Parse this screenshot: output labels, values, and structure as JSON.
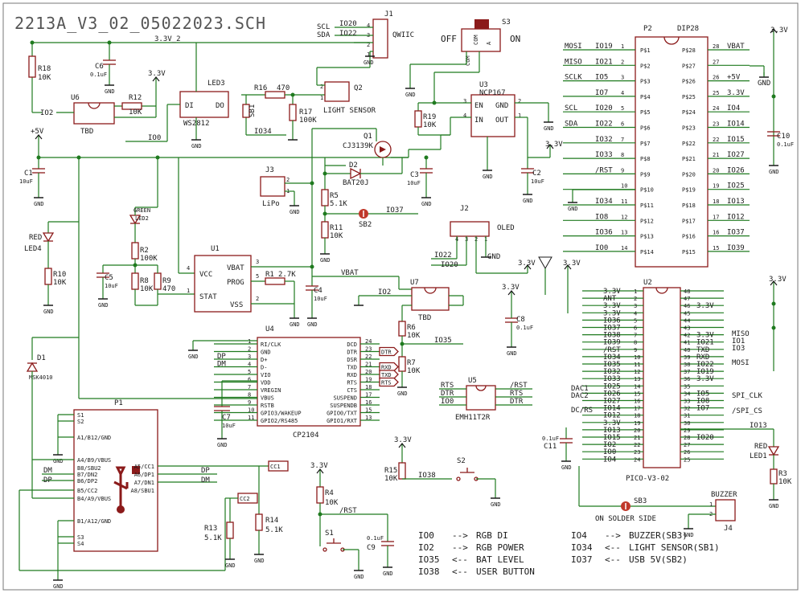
{
  "sheet_title": "2213A_V3_02_05022023.SCH",
  "net_labels": {
    "v33_2": "3.3V_2",
    "io2_left": "IO2",
    "io0_left": "IO0",
    "io34_mid": "IO34",
    "v5": "+5V",
    "vbat": "VBAT",
    "io37_mid": "IO37",
    "io22_oled": "IO22",
    "io20_oled": "IO20",
    "io2_u7": "IO2",
    "io35_mid": "IO35",
    "scl_j1": "SCL",
    "sda_j1": "SDA",
    "io20_j1": "IO20",
    "io22_j1": "IO22",
    "v33_u3": "3.3V",
    "v33_top_right": "3.3V",
    "v33_r15": "3.3V",
    "v33_r4": "3.3V",
    "rst_s1": "/RST",
    "io38_s2": "IO38",
    "cc1": "CC1",
    "cc2": "CC2",
    "dp": "DP",
    "dm": "DM",
    "rts_u5": "RTS",
    "dtr_u5": "DTR",
    "io0_u5": "IO0",
    "rst_u5": "/RST",
    "rts_u5r": "RTS",
    "dtr_u5r": "DTR",
    "v33_c8": "3.3V",
    "v33_ant": "3.3V",
    "v33_u2r": "3.3V"
  },
  "components": {
    "j1": {
      "ref": "J1",
      "value": "QWIIC"
    },
    "s3": {
      "ref": "S3",
      "off": "OFF",
      "on": "ON",
      "com": "COM",
      "a": "A"
    },
    "p2": {
      "ref": "P2",
      "value": "DIP28"
    },
    "u6": {
      "ref": "U6",
      "value": "TBD"
    },
    "r18": {
      "ref": "R18",
      "value": "10K"
    },
    "c6": {
      "ref": "C6",
      "value": "0.1uF"
    },
    "r12": {
      "ref": "R12",
      "value": "10K"
    },
    "led3": {
      "ref": "LED3",
      "value": "WS2812",
      "di": "DI",
      "do": "DO"
    },
    "r16": {
      "ref": "R16",
      "value": "470"
    },
    "sb1": {
      "ref": "SB1"
    },
    "r17": {
      "ref": "R17",
      "value": "100K"
    },
    "q2": {
      "ref": "Q2",
      "value": "LIGHT SENSOR"
    },
    "u3": {
      "ref": "U3",
      "value": "NCP167",
      "en": "EN",
      "gnd": "GND",
      "in": "IN",
      "out": "OUT"
    },
    "r19": {
      "ref": "R19",
      "value": "10K"
    },
    "c2": {
      "ref": "C2",
      "value": "10uF"
    },
    "c10": {
      "ref": "C10",
      "value": "0.1uF"
    },
    "c1": {
      "ref": "C1",
      "value": "10uF"
    },
    "q1": {
      "ref": "Q1",
      "value": "CJ3139K"
    },
    "d2": {
      "ref": "D2",
      "value": "BAT20J"
    },
    "c3": {
      "ref": "C3",
      "value": "10uF"
    },
    "j3": {
      "ref": "J3",
      "value": "LiPo"
    },
    "r5": {
      "ref": "R5",
      "value": "5.1K"
    },
    "sb2": {
      "ref": "SB2"
    },
    "r11": {
      "ref": "R11",
      "value": "10K"
    },
    "j2": {
      "ref": "J2",
      "value": "OLED"
    },
    "led4": {
      "ref": "LED4",
      "value": "RED"
    },
    "r10": {
      "ref": "R10",
      "value": "10K"
    },
    "led2": {
      "ref": "LED2",
      "value": "GREEN"
    },
    "r2": {
      "ref": "R2",
      "value": "100K"
    },
    "c5": {
      "ref": "C5",
      "value": "10uF"
    },
    "r8": {
      "ref": "R8",
      "value": "10K"
    },
    "r9": {
      "ref": "R9",
      "value": "470"
    },
    "u1": {
      "ref": "U1",
      "vcc": "VCC",
      "stat": "STAT",
      "vbat": "VBAT",
      "prog": "PROG",
      "vss": "VSS"
    },
    "r1": {
      "ref": "R1",
      "value": "2.7K"
    },
    "c4": {
      "ref": "C4",
      "value": "10uF"
    },
    "u7": {
      "ref": "U7",
      "value": "TBD"
    },
    "r6": {
      "ref": "R6",
      "value": "10K"
    },
    "r7": {
      "ref": "R7",
      "value": "10K"
    },
    "u4": {
      "ref": "U4",
      "value": "CP2104"
    },
    "c7": {
      "ref": "C7",
      "value": "10uF"
    },
    "d1": {
      "ref": "D1",
      "value": "MSK4010"
    },
    "p1": {
      "ref": "P1"
    },
    "u5": {
      "ref": "U5",
      "value": "EMH11T2R"
    },
    "r13": {
      "ref": "R13",
      "value": "5.1K"
    },
    "r14": {
      "ref": "R14",
      "value": "5.1K"
    },
    "r4": {
      "ref": "R4",
      "value": "10K"
    },
    "r15": {
      "ref": "R15",
      "value": "10K"
    },
    "s2": {
      "ref": "S2"
    },
    "s1": {
      "ref": "S1"
    },
    "c9": {
      "ref": "C9",
      "value": "0.1uF"
    },
    "u2": {
      "ref": "U2",
      "value": "PICO-V3-02"
    },
    "c8": {
      "ref": "C8",
      "value": "0.1uF"
    },
    "c11": {
      "ref": "C11",
      "value": "0.1uF"
    },
    "ant": {
      "ref": "ANT"
    },
    "sb3": {
      "ref": "SB3",
      "note": "ON SOLDER SIDE"
    },
    "j4": {
      "ref": "J4",
      "value": "BUZZER"
    },
    "led1": {
      "ref": "LED1",
      "value": "RED"
    },
    "r3": {
      "ref": "R3",
      "value": "10K"
    }
  },
  "gnd_label": "GND",
  "p2_left": [
    {
      "net": "MOSI",
      "io": "IO19",
      "pin": "1",
      "name": "P$1"
    },
    {
      "net": "MISO",
      "io": "IO21",
      "pin": "2",
      "name": "P$2"
    },
    {
      "net": "SCLK",
      "io": "IO5",
      "pin": "3",
      "name": "P$3"
    },
    {
      "net": "",
      "io": "IO7",
      "pin": "4",
      "name": "P$4"
    },
    {
      "net": "SCL",
      "io": "IO20",
      "pin": "5",
      "name": "P$5"
    },
    {
      "net": "SDA",
      "io": "IO22",
      "pin": "6",
      "name": "P$6"
    },
    {
      "net": "",
      "io": "IO32",
      "pin": "7",
      "name": "P$7"
    },
    {
      "net": "",
      "io": "IO33",
      "pin": "8",
      "name": "P$8"
    },
    {
      "net": "",
      "io": "/RST",
      "pin": "9",
      "name": "P$9"
    },
    {
      "net": "",
      "io": "",
      "pin": "10",
      "name": "P$10"
    },
    {
      "net": "",
      "io": "IO34",
      "pin": "11",
      "name": "P$11"
    },
    {
      "net": "",
      "io": "IO8",
      "pin": "12",
      "name": "P$12"
    },
    {
      "net": "",
      "io": "IO36",
      "pin": "13",
      "name": "P$13"
    },
    {
      "net": "",
      "io": "IO0",
      "pin": "14",
      "name": "P$14"
    }
  ],
  "p2_right": [
    {
      "net": "VBAT",
      "pin": "28",
      "name": "P$28"
    },
    {
      "net": "",
      "pin": "27",
      "name": "P$27"
    },
    {
      "net": "+5V",
      "pin": "26",
      "name": "P$26"
    },
    {
      "net": "3.3V",
      "pin": "25",
      "name": "P$25"
    },
    {
      "net": "IO4",
      "pin": "24",
      "name": "P$24"
    },
    {
      "net": "IO14",
      "pin": "23",
      "name": "P$23"
    },
    {
      "net": "IO15",
      "pin": "22",
      "name": "P$22"
    },
    {
      "net": "IO27",
      "pin": "21",
      "name": "P$21"
    },
    {
      "net": "IO26",
      "pin": "20",
      "name": "P$20"
    },
    {
      "net": "IO25",
      "pin": "19",
      "name": "P$19"
    },
    {
      "net": "IO13",
      "pin": "18",
      "name": "P$18"
    },
    {
      "net": "IO12",
      "pin": "17",
      "name": "P$17"
    },
    {
      "net": "IO37",
      "pin": "16",
      "name": "P$16"
    },
    {
      "net": "IO39",
      "pin": "15",
      "name": "P$15"
    }
  ],
  "u2_left": [
    {
      "net": "3.3V",
      "pin": "1"
    },
    {
      "net": "ANT",
      "pin": "2"
    },
    {
      "net": "3.3V",
      "pin": "3"
    },
    {
      "net": "3.3V",
      "pin": "4"
    },
    {
      "net": "IO36",
      "pin": "5"
    },
    {
      "net": "IO37",
      "pin": "6"
    },
    {
      "net": "IO38",
      "pin": "7"
    },
    {
      "net": "IO39",
      "pin": "8"
    },
    {
      "net": "/RST",
      "pin": "9"
    },
    {
      "net": "IO34",
      "pin": "10"
    },
    {
      "net": "IO35",
      "pin": "11"
    },
    {
      "net": "IO32",
      "pin": "12"
    },
    {
      "net": "IO33",
      "pin": "13"
    },
    {
      "net": "IO25",
      "pin": "14"
    },
    {
      "net": "IO26",
      "pin": "15"
    },
    {
      "net": "IO27",
      "pin": "16"
    },
    {
      "net": "IO14",
      "pin": "17"
    },
    {
      "net": "IO12",
      "pin": "18"
    },
    {
      "net": "3.3V",
      "pin": "19"
    },
    {
      "net": "IO13",
      "pin": "20"
    },
    {
      "net": "IO15",
      "pin": "21"
    },
    {
      "net": "IO2",
      "pin": "22"
    },
    {
      "net": "IO0",
      "pin": "23"
    },
    {
      "net": "IO4",
      "pin": "24"
    }
  ],
  "u2_right": [
    {
      "net": "",
      "pin": "48"
    },
    {
      "net": "",
      "pin": "47"
    },
    {
      "net": "3.3V",
      "pin": "46"
    },
    {
      "net": "",
      "pin": "45"
    },
    {
      "net": "",
      "pin": "44"
    },
    {
      "net": "",
      "pin": "43"
    },
    {
      "net": "3.3V",
      "pin": "42"
    },
    {
      "net": "IO21",
      "pin": "41"
    },
    {
      "net": "TXD",
      "pin": "40"
    },
    {
      "net": "RXD",
      "pin": "39"
    },
    {
      "net": "IO22",
      "pin": "38"
    },
    {
      "net": "IO19",
      "pin": "37"
    },
    {
      "net": "3.3V",
      "pin": "36"
    },
    {
      "net": "",
      "pin": "35"
    },
    {
      "net": "IO5",
      "pin": "34"
    },
    {
      "net": "IO8",
      "pin": "33"
    },
    {
      "net": "IO7",
      "pin": "32"
    },
    {
      "net": "",
      "pin": "31"
    },
    {
      "net": "",
      "pin": "30"
    },
    {
      "net": "",
      "pin": "29"
    },
    {
      "net": "IO20",
      "pin": "28"
    },
    {
      "net": "",
      "pin": "27"
    },
    {
      "net": "",
      "pin": "26"
    },
    {
      "net": "",
      "pin": "25"
    }
  ],
  "u2_left_outer": [
    {
      "net": "DAC1",
      "pin": "14"
    },
    {
      "net": "DAC2",
      "pin": "15"
    },
    {
      "net": "DC/RS",
      "pin": "17"
    }
  ],
  "u2_right_outer": [
    {
      "net": "MISO",
      "pin": "41"
    },
    {
      "net": "IO1",
      "pin": "40"
    },
    {
      "net": "IO3",
      "pin": "39"
    },
    {
      "net": "MOSI",
      "pin": "37"
    },
    {
      "net": "SPI_CLK",
      "pin": "34"
    },
    {
      "net": "/SPI_CS",
      "pin": "32"
    }
  ],
  "u4_left": [
    {
      "net": "",
      "name": "RI/CLK",
      "pin": "1"
    },
    {
      "net": "",
      "name": "GND",
      "pin": "2"
    },
    {
      "net": "DP",
      "name": "D+",
      "pin": "3"
    },
    {
      "net": "DM",
      "name": "D-",
      "pin": "4"
    },
    {
      "net": "",
      "name": "VIO",
      "pin": "5"
    },
    {
      "net": "",
      "name": "VDD",
      "pin": "6"
    },
    {
      "net": "",
      "name": "VREGIN",
      "pin": "7"
    },
    {
      "net": "",
      "name": "VBUS",
      "pin": "8"
    },
    {
      "net": "",
      "name": "RSTB",
      "pin": "9"
    },
    {
      "net": "",
      "name": "GPIO3/WAKEUP",
      "pin": "10"
    },
    {
      "net": "",
      "name": "GPIO2/RS485",
      "pin": "11"
    }
  ],
  "u4_right": [
    {
      "net": "",
      "name": "DCD",
      "pin": "24"
    },
    {
      "net": "DTR",
      "name": "DTR",
      "pin": "23"
    },
    {
      "net": "",
      "name": "DSR",
      "pin": "22"
    },
    {
      "net": "RXD",
      "name": "TXD",
      "pin": "21"
    },
    {
      "net": "TXD",
      "name": "RXD",
      "pin": "20"
    },
    {
      "net": "RTS",
      "name": "RTS",
      "pin": "19"
    },
    {
      "net": "",
      "name": "CTS",
      "pin": "18"
    },
    {
      "net": "",
      "name": "SUSPEND",
      "pin": "17"
    },
    {
      "net": "",
      "name": "SUSPENDB",
      "pin": "16"
    },
    {
      "net": "",
      "name": "GPIO0/TXT",
      "pin": "15"
    },
    {
      "net": "",
      "name": "GPIO1/RXT",
      "pin": "13"
    }
  ],
  "p1_left": [
    "S1",
    "S2",
    "A1/B12/GND",
    "A4/B9/VBUS",
    "B8/SBU2",
    "B7/DN2",
    "B6/DP2",
    "B5/CC2",
    "B4/A9/VBUS",
    "B1/A12/GND",
    "S3",
    "S4"
  ],
  "p1_right": [
    "A5/CC1",
    "A6/DP1",
    "A7/DN1",
    "A8/SBU1"
  ],
  "p1_nets": {
    "dm": "DM",
    "dp": "DP",
    "dp_r": "DP",
    "dm_r": "DM"
  },
  "legend": [
    {
      "io": "IO0",
      "arrow": "-->",
      "fn": "RGB DI"
    },
    {
      "io": "IO2",
      "arrow": "-->",
      "fn": "RGB POWER"
    },
    {
      "io": "IO35",
      "arrow": "<--",
      "fn": "BAT LEVEL"
    },
    {
      "io": "IO38",
      "arrow": "<--",
      "fn": "USER BUTTON"
    },
    {
      "io": "IO4",
      "arrow": "-->",
      "fn": "BUZZER(SB3)"
    },
    {
      "io": "IO34",
      "arrow": "<--",
      "fn": "LIGHT SENSOR(SB1)"
    },
    {
      "io": "IO37",
      "arrow": "<--",
      "fn": "USB 5V(SB2)"
    }
  ],
  "j1_pins": [
    "4",
    "3",
    "2",
    "1"
  ],
  "j2_pins": [
    "4",
    "3",
    "2",
    "1"
  ]
}
